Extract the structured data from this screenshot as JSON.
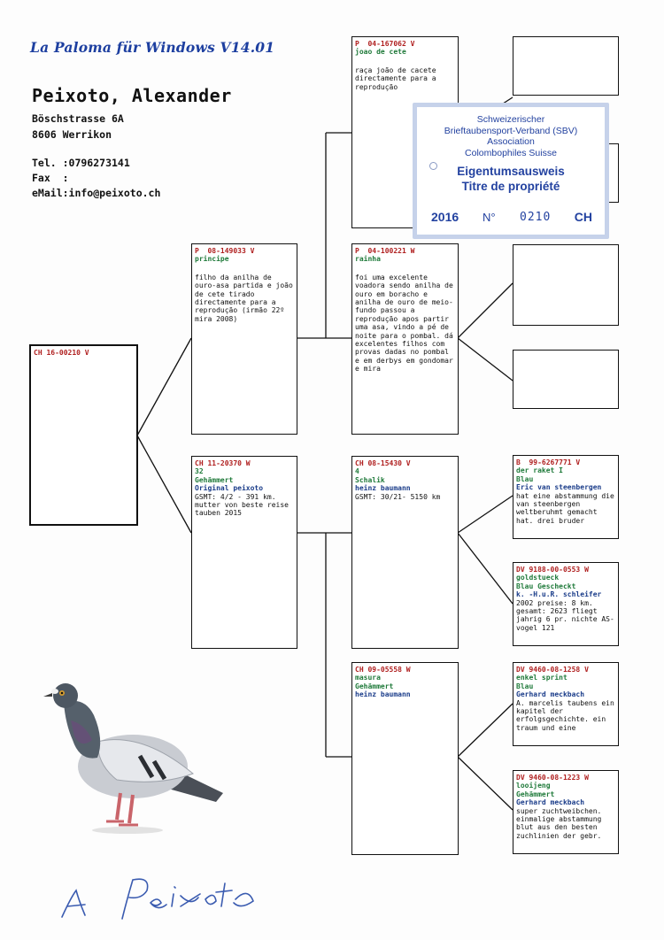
{
  "app_title": "La Paloma für Windows V14.01",
  "owner": {
    "name": "Peixoto, Alexander",
    "street": "Böschstrasse 6A",
    "city": "8606 Werrikon",
    "tel": "Tel. :0796273141",
    "fax": "Fax  :",
    "email": "eMail:info@peixoto.ch"
  },
  "subject": {
    "ring": "CH 16-00210 V"
  },
  "sire": {
    "ring": "P  08-149033 V",
    "name": "principe",
    "text": "filho da anilha de ouro-asa partida e joão de cete tirado directamente para a reprodução (irmão 22º mira 2008)"
  },
  "dam": {
    "ring": "CH 11-20370 W",
    "name": "32",
    "color": "Gehämmert",
    "line": "Original peixoto",
    "text": "GSMT: 4/2 - 391 km. mutter von beste reise tauben 2015"
  },
  "ss": {
    "ring": "P  04-167062 V",
    "name": "joao de cete",
    "text": "raça joão de cacete directamente para a reprodução"
  },
  "sd": {
    "ring": "P  04-100221 W",
    "name": "rainha",
    "text": "foi uma excelente voadora sendo anilha de ouro em boracho e anilha de ouro de meio-fundo passou a reprodução apos partir uma asa, vindo a pé de noite para o pombal. dá excelentes filhos com provas dadas no pombal e em derbys em gondomar e mira"
  },
  "ds": {
    "ring": "CH 08-15430 V",
    "name": "4",
    "color": "Schalik",
    "line": "heinz baumann",
    "text": "GSMT: 30/21- 5150 km"
  },
  "dd": {
    "ring": "CH 09-05558 W",
    "name": "masura",
    "color": "Gehämmert",
    "line": "heinz baumann"
  },
  "dss": {
    "ring": "B  99-6267771 V",
    "name": "der raket I",
    "color": "Blau",
    "line": "Eric van steenbergen",
    "text": "hat eine abstammung die van steenbergen weltberuhmt gemacht hat. drei bruder"
  },
  "dsd": {
    "ring": "DV 9188-00-0553 W",
    "name": "goldstueck",
    "color": "Blau Gescheckt",
    "line": "k. -H.u.R. schleifer",
    "text": "2002 preise: 8 km. gesamt: 2623 fliegt jahrig 6 pr. nichte AS-vogel 121"
  },
  "dds": {
    "ring": "DV 9460-08-1258 V",
    "name": "enkel sprint",
    "color": "Blau",
    "line": "Gerhard meckbach",
    "text": "A. marcelis taubens ein kapitel der erfolgsgechichte. ein traum und eine"
  },
  "ddd": {
    "ring": "DV 9460-08-1223 W",
    "name": "looijeng",
    "color": "Gehämmert",
    "line": "Gerhard meckbach",
    "text": "super zuchtweibchen. einmalige abstammung blut aus den besten zuchlinien der gebr."
  },
  "sbv_card": {
    "line1": "Schweizerischer",
    "line2": "Brieftaubensport-Verband (SBV)",
    "line3": "Association",
    "line4": "Colombophiles Suisse",
    "title_de": "Eigentumsausweis",
    "title_fr": "Titre de propriété",
    "year": "2016",
    "no_label": "N°",
    "number": "0210",
    "country": "CH"
  },
  "colors": {
    "ring": "#b02020",
    "name": "#1f7a3a",
    "breeder": "#1b3d8a",
    "title_blue": "#1d3fa0",
    "card_border": "#c6d2ea"
  },
  "images": {
    "pigeon": "pigeon-illustration",
    "signature": "handwritten-signature"
  }
}
